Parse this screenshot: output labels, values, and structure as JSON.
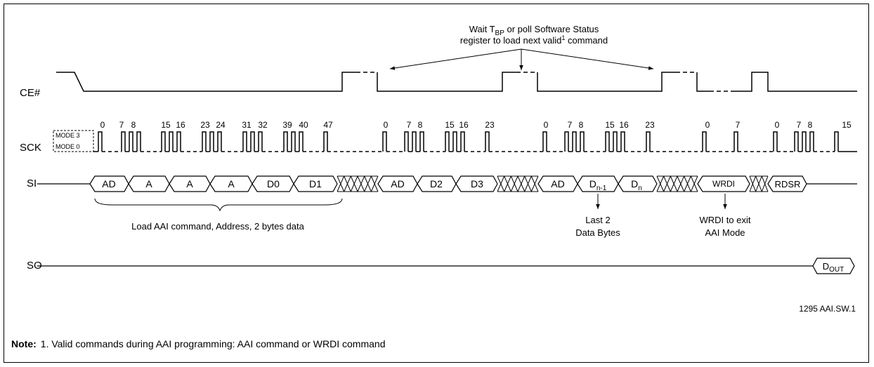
{
  "callout": {
    "line1_pre": "Wait T",
    "line1_sub": "BP",
    "line1_post": " or poll Software Status",
    "line2_pre": "register to load next valid",
    "line2_sup": "1",
    "line2_post": " command"
  },
  "signals": {
    "ce": "CE#",
    "sck": "SCK",
    "si": "SI",
    "so": "SO"
  },
  "modes": {
    "mode3": "MODE 3",
    "mode0": "MODE 0"
  },
  "clock_labels": [
    {
      "text": "0"
    },
    {
      "text": "7"
    },
    {
      "text": "8"
    },
    {
      "text": "15"
    },
    {
      "text": "16"
    },
    {
      "text": "23"
    },
    {
      "text": "24"
    },
    {
      "text": "31"
    },
    {
      "text": "32"
    },
    {
      "text": "39"
    },
    {
      "text": "40"
    },
    {
      "text": "47"
    },
    {
      "text": "0"
    },
    {
      "text": "7"
    },
    {
      "text": "8"
    },
    {
      "text": "15"
    },
    {
      "text": "16"
    },
    {
      "text": "23"
    },
    {
      "text": "0"
    },
    {
      "text": "7"
    },
    {
      "text": "8"
    },
    {
      "text": "15"
    },
    {
      "text": "16"
    },
    {
      "text": "23"
    },
    {
      "text": "0"
    },
    {
      "text": "7"
    },
    {
      "text": "0"
    },
    {
      "text": "7"
    },
    {
      "text": "8"
    },
    {
      "text": "15"
    }
  ],
  "si_bytes": {
    "b1": "AD",
    "b2": "A",
    "b3": "A",
    "b4": "A",
    "b5": "D0",
    "b6": "D1",
    "b7": "AD",
    "b8": "D2",
    "b9": "D3",
    "b10": "AD",
    "b11_main": "D",
    "b11_sub": "n-1",
    "b12_main": "D",
    "b12_sub": "n",
    "b13": "WRDI",
    "b14": "RDSR"
  },
  "so_byte": {
    "main": "D",
    "sub": "OUT"
  },
  "annotations": {
    "load": "Load AAI command, Address, 2 bytes data",
    "last1": "Last 2",
    "last2": "Data Bytes",
    "wrdi1": "WRDI to exit",
    "wrdi2": "AAI Mode"
  },
  "figure_id": "1295 AAI.SW.1",
  "note": {
    "label": "Note:",
    "text": "1. Valid commands during AAI programming: AAI command or WRDI command"
  }
}
